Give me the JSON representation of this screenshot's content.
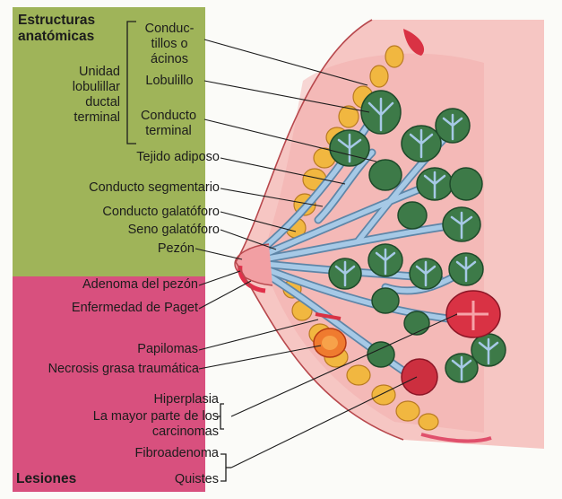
{
  "headings": {
    "estructuras": "Estructuras anatómicas",
    "lesiones": "Lesiones"
  },
  "estructuras": {
    "unidad": "Unidad lobulillar ductal terminal",
    "conductillos": "Conduc- tillos o ácinos",
    "lobulillo": "Lobulillo",
    "conducto_terminal": "Conducto terminal",
    "tejido_adiposo": "Tejido adiposo",
    "conducto_segmentario": "Conducto segmentario",
    "conducto_galactoforo": "Conducto galatóforo",
    "seno_galactoforo": "Seno galatóforo",
    "pezon": "Pezón"
  },
  "lesiones": {
    "adenoma": "Adenoma del pezón",
    "paget": "Enfermedad de Paget",
    "papilomas": "Papilomas",
    "necrosis": "Necrosis grasa traumática",
    "hiperplasia": "Hiperplasia",
    "carcinomas": "La mayor parte de los carcinomas",
    "fibroadenoma": "Fibroadenoma",
    "quistes": "Quistes"
  },
  "colors": {
    "structures_panel": "#9fb459",
    "lesions_panel": "#d8507e",
    "tissue": "#f6c6c3",
    "fat": "#f1b740",
    "lobule": "#3d7a48",
    "duct": "#a6c9e6",
    "lesion_red": "#d93244"
  }
}
